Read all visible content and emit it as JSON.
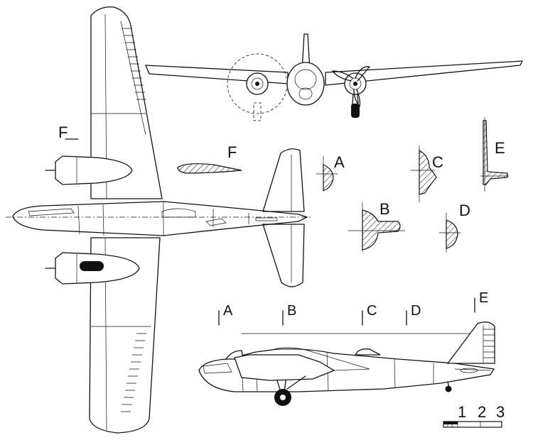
{
  "labels": {
    "section_f_plan": "F",
    "section_f": "F",
    "section_a": "A",
    "section_b": "B",
    "section_c": "C",
    "section_d": "D",
    "section_e": "E",
    "station_a": "A",
    "station_b": "B",
    "station_c": "C",
    "station_d": "D",
    "station_e": "E"
  },
  "scale": {
    "marks": [
      "1",
      "2",
      "3"
    ]
  }
}
